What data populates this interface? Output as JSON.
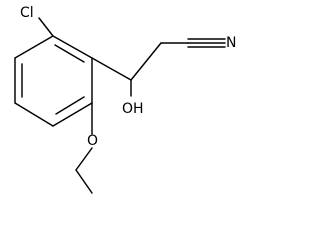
{
  "structure": {
    "atoms": {
      "chlorine": "Cl",
      "hydroxyl": "OH",
      "ether_oxygen": "O",
      "nitrile_nitrogen": "N"
    }
  },
  "colors": {
    "bond": "#000000",
    "text": "#000000",
    "background": "#ffffff"
  }
}
